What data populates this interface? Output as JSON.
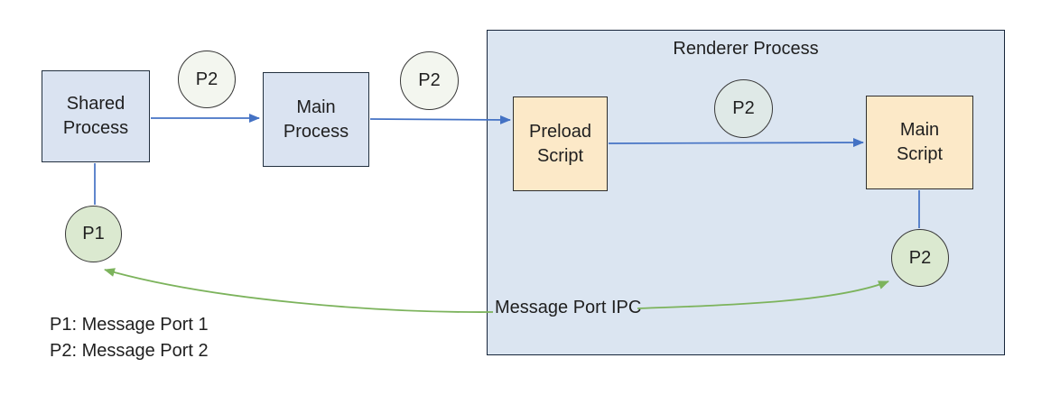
{
  "diagram": {
    "renderer_container": {
      "title": "Renderer Process"
    },
    "nodes": {
      "shared_process": {
        "label": "Shared\nProcess"
      },
      "main_process": {
        "label": "Main\nProcess"
      },
      "preload_script": {
        "label": "Preload\nScript"
      },
      "main_script": {
        "label": "Main\nScript"
      }
    },
    "ports": {
      "p2_shared_to_main": {
        "label": "P2"
      },
      "p2_main_to_preload": {
        "label": "P2"
      },
      "p2_preload_to_main_script": {
        "label": "P2"
      },
      "p1_shared": {
        "label": "P1"
      },
      "p2_main_script": {
        "label": "P2"
      }
    },
    "ipc_label": "Message Port IPC",
    "legend": {
      "lines": [
        "P1: Message Port 1",
        "P2: Message Port 2"
      ]
    },
    "colors": {
      "process_box_fill": "#dae3f1",
      "script_box_fill": "#fce9c8",
      "renderer_fill": "#dbe5f1",
      "port_white_fill": "#f3f6ef",
      "port_bluegrey_fill": "#dfe9e7",
      "port_green_fill": "#dbe9d0",
      "arrow_blue": "#4472c4",
      "arrow_green": "#7cb35c",
      "text_color": "#1f1f1f"
    }
  }
}
